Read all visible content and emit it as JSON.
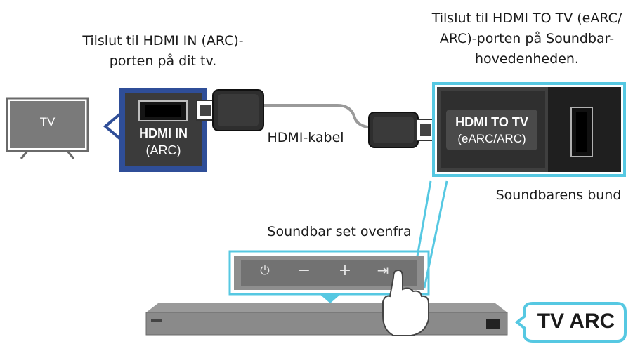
{
  "captions": {
    "left_line1": "Tilslut til HDMI IN (ARC)-",
    "left_line2": "porten på dit tv.",
    "right_line1": "Tilslut til HDMI TO TV (eARC/",
    "right_line2": "ARC)-porten på Soundbar-",
    "right_line3": "hovedenheden.",
    "cable": "HDMI-kabel",
    "bottom": "Soundbarens bund",
    "top_view": "Soundbar set ovenfra"
  },
  "tv": {
    "label": "TV"
  },
  "tv_port": {
    "line1": "HDMI IN",
    "line2": "(ARC)"
  },
  "soundbar_port": {
    "line1": "HDMI TO TV",
    "line2": "(eARC/ARC)"
  },
  "buttons": [
    {
      "name": "power",
      "symbol": "⏻"
    },
    {
      "name": "volume-down",
      "symbol": "−"
    },
    {
      "name": "volume-up",
      "symbol": "+"
    },
    {
      "name": "source",
      "symbol": "⇥"
    }
  ],
  "badge": {
    "text": "TV ARC"
  },
  "colors": {
    "accent": "#56c8e2",
    "panel": "#2f4e98",
    "port_bg": "#3c3c3c",
    "bar": "#8a8a8a"
  }
}
